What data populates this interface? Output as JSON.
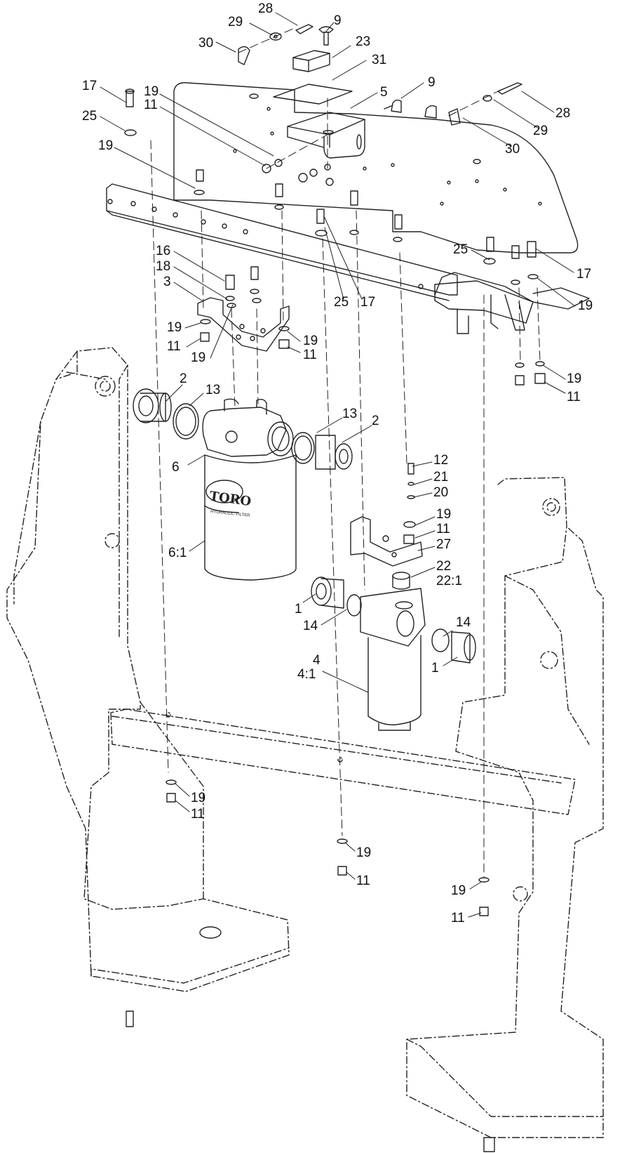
{
  "diagram": {
    "callouts": [
      {
        "id": "c28a",
        "text": "28"
      },
      {
        "id": "c29a",
        "text": "29"
      },
      {
        "id": "c30a",
        "text": "30"
      },
      {
        "id": "c9a",
        "text": "9"
      },
      {
        "id": "c23",
        "text": "23"
      },
      {
        "id": "c31",
        "text": "31"
      },
      {
        "id": "c5",
        "text": "5"
      },
      {
        "id": "c9b",
        "text": "9"
      },
      {
        "id": "c17a",
        "text": "17"
      },
      {
        "id": "c19a",
        "text": "19"
      },
      {
        "id": "c11a",
        "text": "11"
      },
      {
        "id": "c25a",
        "text": "25"
      },
      {
        "id": "c19b",
        "text": "19"
      },
      {
        "id": "c28b",
        "text": "28"
      },
      {
        "id": "c29b",
        "text": "29"
      },
      {
        "id": "c30b",
        "text": "30"
      },
      {
        "id": "c16",
        "text": "16"
      },
      {
        "id": "c18",
        "text": "18"
      },
      {
        "id": "c3",
        "text": "3"
      },
      {
        "id": "c19c",
        "text": "19"
      },
      {
        "id": "c11b",
        "text": "11"
      },
      {
        "id": "c19d",
        "text": "19"
      },
      {
        "id": "c19e",
        "text": "19"
      },
      {
        "id": "c11c",
        "text": "11"
      },
      {
        "id": "c25b",
        "text": "25"
      },
      {
        "id": "c17b",
        "text": "17"
      },
      {
        "id": "c25c",
        "text": "25"
      },
      {
        "id": "c17c",
        "text": "17"
      },
      {
        "id": "c19f",
        "text": "19"
      },
      {
        "id": "c19g",
        "text": "19"
      },
      {
        "id": "c11d",
        "text": "11"
      },
      {
        "id": "c2a",
        "text": "2"
      },
      {
        "id": "c13a",
        "text": "13"
      },
      {
        "id": "c13b",
        "text": "13"
      },
      {
        "id": "c2b",
        "text": "2"
      },
      {
        "id": "c6",
        "text": "6"
      },
      {
        "id": "c6_1",
        "text": "6:1"
      },
      {
        "id": "c12",
        "text": "12"
      },
      {
        "id": "c21",
        "text": "21"
      },
      {
        "id": "c20",
        "text": "20"
      },
      {
        "id": "c19h",
        "text": "19"
      },
      {
        "id": "c11e",
        "text": "11"
      },
      {
        "id": "c27",
        "text": "27"
      },
      {
        "id": "c22",
        "text": "22"
      },
      {
        "id": "c22_1",
        "text": "22:1"
      },
      {
        "id": "c1a",
        "text": "1"
      },
      {
        "id": "c14a",
        "text": "14"
      },
      {
        "id": "c14b",
        "text": "14"
      },
      {
        "id": "c1b",
        "text": "1"
      },
      {
        "id": "c4",
        "text": "4"
      },
      {
        "id": "c4_1",
        "text": "4:1"
      },
      {
        "id": "c19i",
        "text": "19"
      },
      {
        "id": "c11f",
        "text": "11"
      },
      {
        "id": "c19j",
        "text": "19"
      },
      {
        "id": "c11g",
        "text": "11"
      },
      {
        "id": "c19k",
        "text": "19"
      },
      {
        "id": "c11h",
        "text": "11"
      }
    ],
    "filter_logo": "TORO",
    "filter_label": "HYDRAULIC FILTER"
  }
}
